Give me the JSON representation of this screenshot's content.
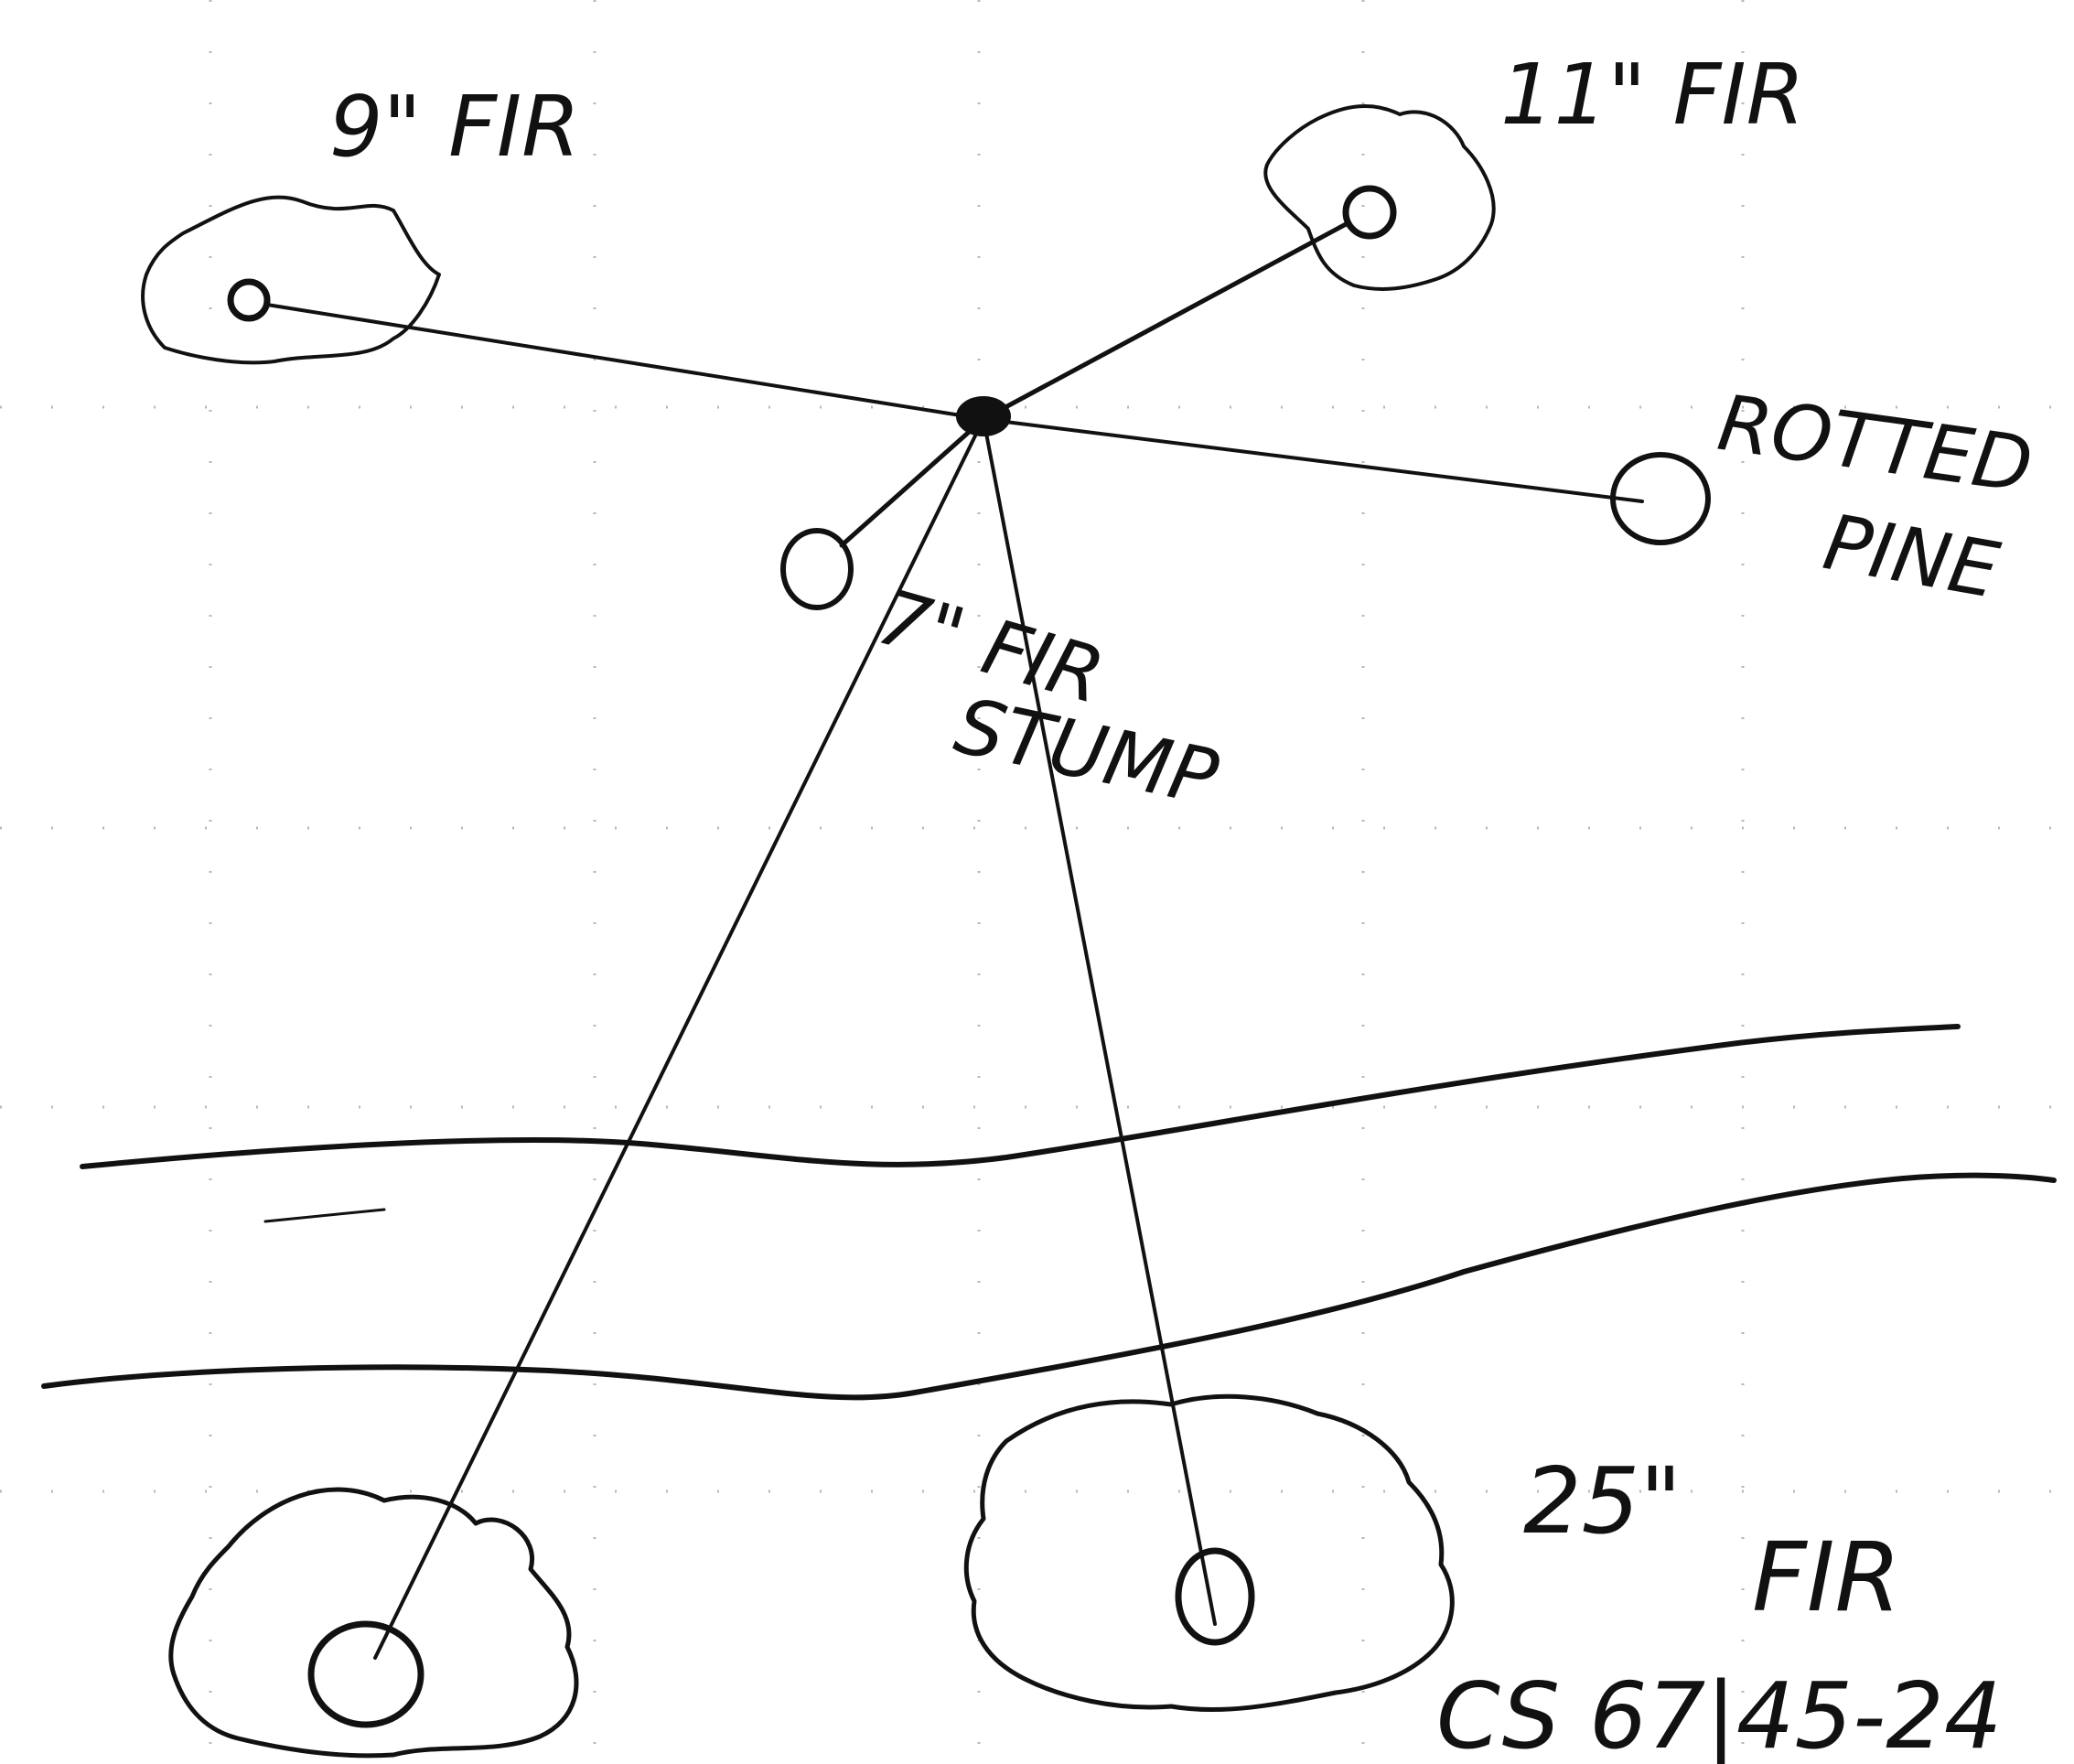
{
  "colors": {
    "ink": "#111111",
    "paper": "#ffffff",
    "grid": "#b8b8b8"
  },
  "labels": {
    "fir_9": "9\" FIR",
    "fir_11": "11\" FIR",
    "rotted_line1": "ROTTED",
    "rotted_line2": "PINE",
    "stump_line1": "7\" FIR",
    "stump_line2": "STUMP",
    "fir_25_line1": "25\"",
    "fir_25_line2": "FIR",
    "reference": "CS 67|45-24"
  }
}
